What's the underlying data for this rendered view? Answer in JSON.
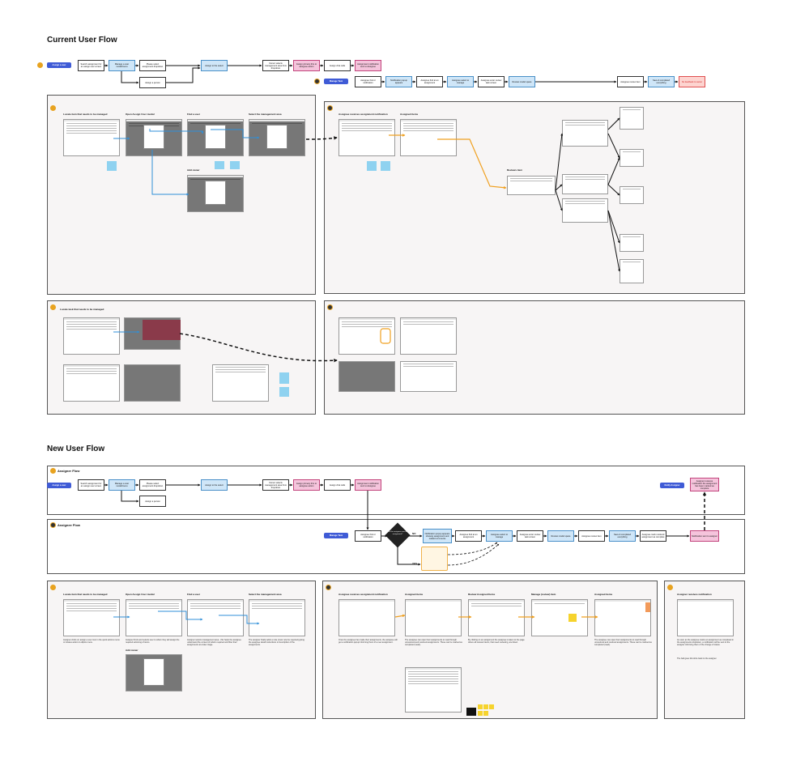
{
  "titles": {
    "current": "Current User Flow",
    "new": "New User Flow"
  },
  "current_flow": {
    "assigner_button": "Assign a user",
    "assignee_button": "Manage Task",
    "nodes": [
      "Search assignment for an assign user screen",
      "Manage a user model/menu",
      "Please select assignment dropdown",
      "Assign a person",
      "Assign to the select",
      "Owner selects management area from dropdown",
      "Assign primary thru to assignee action",
      "Assign chat calls",
      "Assignment notification sent to Assignee",
      "Assignee find or notification",
      "Notification popup appears",
      "Assignee find at an assignment",
      "Assignee select to manage",
      "Assignee enter review task screen",
      "Review model space",
      "Assignee review item",
      "Save & completed everything",
      "No feedback to owner"
    ],
    "panel_captions": [
      "Locate item that needs to be managed",
      "Open Assign User modal",
      "Find a user",
      "Select the management area",
      "Add owner",
      "Assignee receives assignment notification",
      "Assigned items",
      "Reviews item",
      "Locate task that needs to be managed"
    ]
  },
  "new_flow": {
    "assigner_lane": "Assigner Flow",
    "assignee_lane": "Assignee Flow",
    "assigner_button": "Assign a user",
    "assignee_button": "Manage Task",
    "notify_button": "Notify Assigner",
    "decision": "Has the assignee seen the assignment?",
    "no_label": "NO",
    "yes_label": "YES",
    "nodes": [
      "Search assignment for an assign user screen",
      "Manage a user model/menu",
      "Please select assignment dropdown",
      "Assign a person",
      "Assign to the select",
      "Owner selects management area from dropdown",
      "Assign primary thru to assignee action",
      "Assign chat calls",
      "Assignment notification sent to Assignee",
      "Assignee find or notification",
      "Notification popup appears showing assignment and related comments",
      "Assignee find at an assignment",
      "Assignee select to manage",
      "Assignee enter review task screen",
      "Review model space",
      "Assignee review item",
      "Save & completed everything",
      "Assignee mark resolved assignment as complete",
      "Notification sent to assigner",
      "Assigner receives notification the assignment has been marked as complete"
    ],
    "panel_captions": [
      "Locate item that needs to be managed",
      "Open Assign User modal",
      "Find a user",
      "Select the management area",
      "Add owner",
      "Assignee receives assignment notification",
      "Assigned items",
      "Review Assigned Items",
      "Manage (review) item",
      "Assigned items",
      "Assigner receives notification"
    ],
    "descriptions": [
      "Assigner clicks on assign a user icon in the quick actions menu or locates action in ellipsis menu.",
      "Assigner finds and selects user to whom they will assign the required actioning of items.",
      "Assigner selects management area - this helps the assignee understand the context of what's required and filter their assignments at a later stage.",
      "The assigner finally adds a note (must now be required) giving the assignee detail instructions or description of the assignments.",
      "Once the assignee has made their assignments, the assignee will get a notification popup informing them of a new assignment.",
      "The assignee can open their assignments to read through unresolved and resolved assignments. These can be marked as completed (read).",
      "By clicking on an assignment the assignee is taken to the page where all relevant items, that need reviewing, are listed.",
      "The assignee can open their assignments to read through unresolved and resolved assignments. These can be marked as completed (read).",
      "As soon as the assignee marks an assignment as completed in the assignments dropdown, a notification will be sent to the assigner informing them of the change of status.",
      "The ball goes full-circle back to the assigner."
    ]
  }
}
